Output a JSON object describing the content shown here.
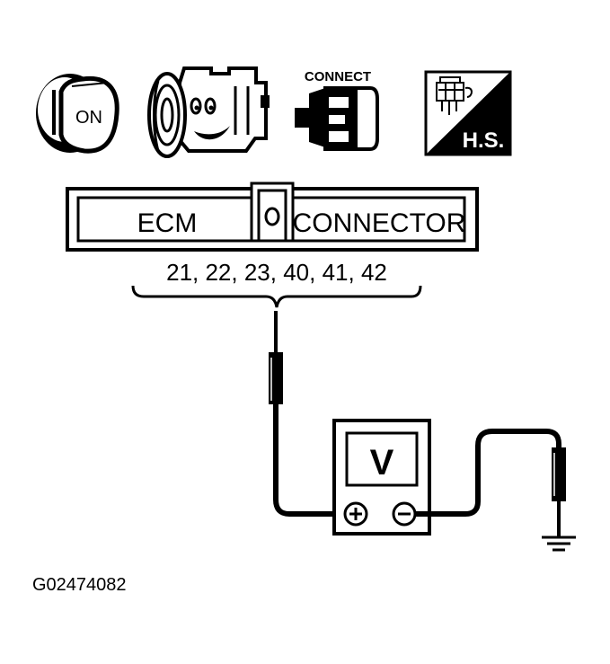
{
  "icons": [
    {
      "name": "ignition-key-icon",
      "label": "ON"
    },
    {
      "name": "engine-icon"
    },
    {
      "name": "connector-icon",
      "label": "CONNECT"
    },
    {
      "name": "harness-side-icon",
      "label": "H.S."
    }
  ],
  "connector": {
    "left_label": "ECM",
    "right_label": "CONNECTOR",
    "pins": "21, 22, 23, 40, 41, 42"
  },
  "meter": {
    "display": "V",
    "positive_symbol": "+",
    "negative_symbol": "−"
  },
  "figure_id": "G02474082"
}
